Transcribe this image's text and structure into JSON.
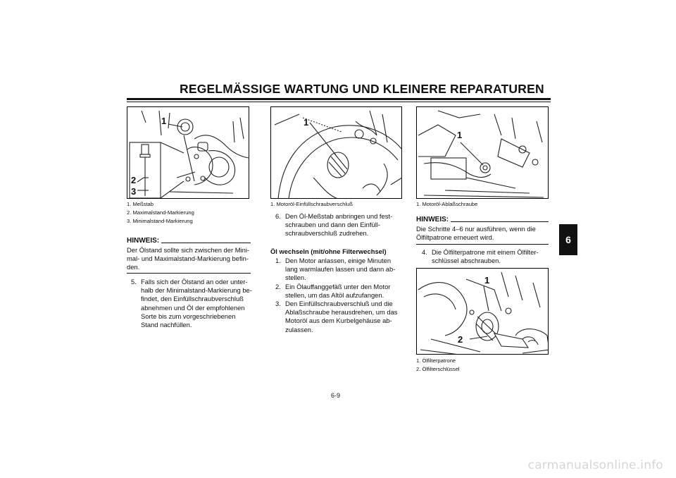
{
  "header": {
    "title": "REGELMÄSSIGE WARTUNG UND KLEINERE REPARATUREN"
  },
  "chapter_tab": "6",
  "figures": [
    {
      "callouts": [
        "1",
        "2",
        "3"
      ],
      "captions": [
        "1. Meßstab",
        "2. Maximalstand-Markierung",
        "3. Minimalstand-Markierung"
      ]
    },
    {
      "callouts": [
        "1"
      ],
      "captions": [
        "1. Motoröl-Einfüllschraubverschluß"
      ]
    },
    {
      "callouts": [
        "1"
      ],
      "captions": [
        "1. Motoröl-Ablaßschraube"
      ]
    },
    {
      "callouts": [
        "1",
        "2"
      ],
      "captions": [
        "1. Ölfilterpatrone",
        "2. Ölfilterschlüssel"
      ]
    }
  ],
  "col1": {
    "hinweis_label": "HINWEIS:",
    "hinweis_lines": [
      "Der Ölstand sollte sich zwischen der Mini-",
      "mal- und Maximalstand-Markierung befin-",
      "den."
    ],
    "step5": {
      "num": "5.",
      "lines": [
        "Falls sich der Ölstand an oder unter-",
        "halb der Minimalstand-Markierung be-",
        "findet, den Einfüllschraubverschluß",
        "abnehmen und Öl der empfohlenen",
        "Sorte bis zum vorgeschriebenen",
        "Stand nachfüllen."
      ]
    }
  },
  "col2": {
    "step6": {
      "num": "6.",
      "lines": [
        "Den Öl-Meßstab anbringen und fest-",
        "schrauben und dann den Einfüll-",
        "schraubverschluß zudrehen."
      ]
    },
    "subheading": "Öl wechseln (mit/ohne Filterwechsel)",
    "steps": [
      {
        "num": "1.",
        "lines": [
          "Den Motor anlassen, einige Minuten",
          "lang warmlaufen lassen und dann ab-",
          "stellen."
        ]
      },
      {
        "num": "2.",
        "lines": [
          "Ein Ölauffanggefäß unter den Motor",
          "stellen, um das Altöl aufzufangen."
        ]
      },
      {
        "num": "3.",
        "lines": [
          "Den Einfüllschraubverschluß und die",
          "Ablaßschraube herausdrehen, um das",
          "Motoröl aus dem Kurbelgehäuse ab-",
          "zulassen."
        ]
      }
    ]
  },
  "col3": {
    "hinweis_label": "HINWEIS:",
    "hinweis_lines": [
      "Die Schritte 4–6 nur ausführen, wenn die",
      "Ölfiltpatrone erneuert wird."
    ],
    "step4": {
      "num": "4.",
      "lines": [
        "Die Ölfilterpatrone mit einem Ölfilter-",
        "schlüssel abschrauben."
      ]
    }
  },
  "page_number": "6-9",
  "watermark": "carmanualsonline.info"
}
